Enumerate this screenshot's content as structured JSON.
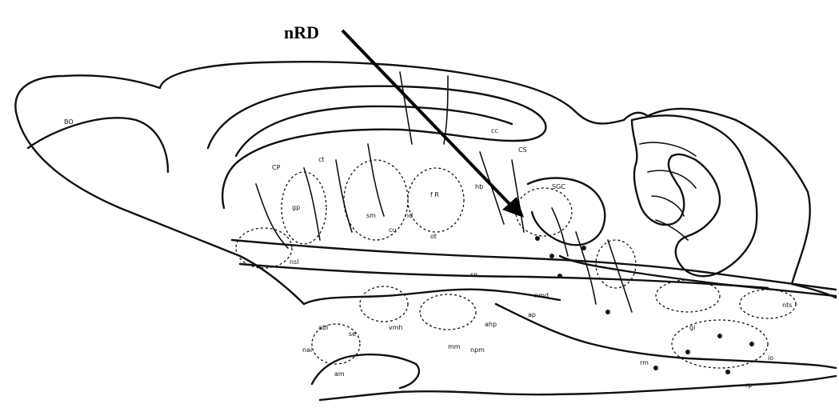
{
  "annotation": {
    "label": "nRD"
  },
  "regions": [
    {
      "id": "bo",
      "label": "BO"
    },
    {
      "id": "cc",
      "label": "cc"
    },
    {
      "id": "cp",
      "label": "CP"
    },
    {
      "id": "ct",
      "label": "ct"
    },
    {
      "id": "cs",
      "label": "CS"
    },
    {
      "id": "sgc",
      "label": "SGC"
    },
    {
      "id": "gp",
      "label": "gp"
    },
    {
      "id": "fr",
      "label": "f R"
    },
    {
      "id": "nd",
      "label": "nd"
    },
    {
      "id": "hb",
      "label": "hb"
    },
    {
      "id": "sm",
      "label": "sm"
    },
    {
      "id": "nsl",
      "label": "nsl"
    },
    {
      "id": "sn",
      "label": "sn"
    },
    {
      "id": "nmd",
      "label": "nmd"
    },
    {
      "id": "se",
      "label": "se"
    },
    {
      "id": "rm",
      "label": "rm"
    },
    {
      "id": "gi",
      "label": "gi"
    },
    {
      "id": "io",
      "label": "io"
    },
    {
      "id": "rp",
      "label": "rp"
    },
    {
      "id": "ap",
      "label": "ap"
    },
    {
      "id": "ahp",
      "label": "ahp"
    },
    {
      "id": "mm",
      "label": "mm"
    },
    {
      "id": "npm",
      "label": "npm"
    },
    {
      "id": "vmh",
      "label": "vmh"
    },
    {
      "id": "nts",
      "label": "nts"
    },
    {
      "id": "abl",
      "label": "abl"
    },
    {
      "id": "am",
      "label": "am"
    },
    {
      "id": "nai",
      "label": "nai"
    },
    {
      "id": "cu",
      "label": "cu"
    },
    {
      "id": "ot",
      "label": "ot"
    }
  ]
}
